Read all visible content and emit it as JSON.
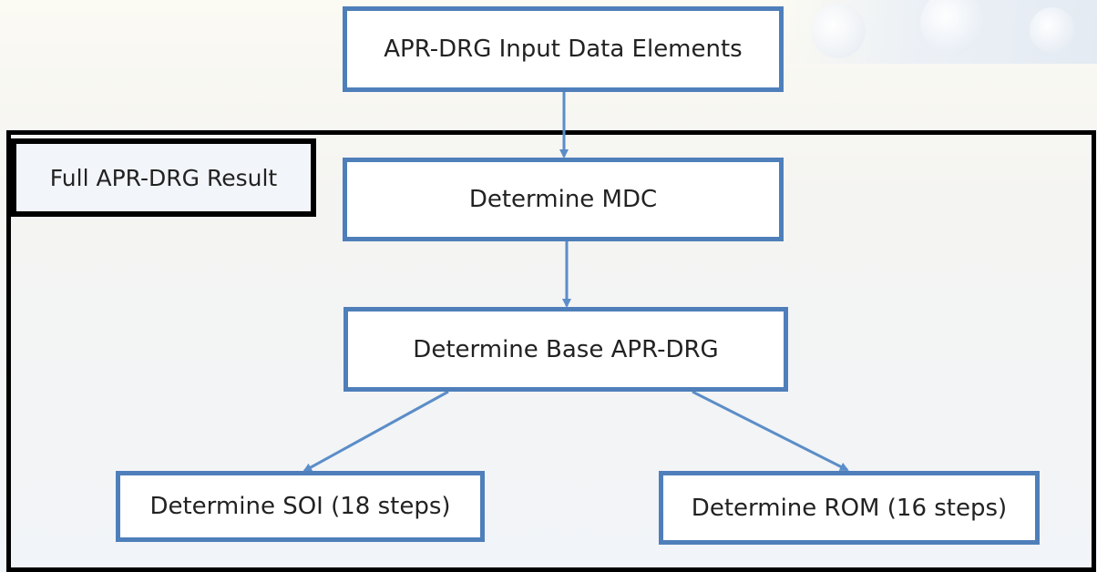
{
  "diagram": {
    "frame_label": "Full APR-DRG Result",
    "nodes": [
      {
        "id": "input",
        "label": "APR-DRG Input Data Elements"
      },
      {
        "id": "mdc",
        "label": "Determine MDC"
      },
      {
        "id": "base",
        "label": "Determine Base APR-DRG"
      },
      {
        "id": "soi",
        "label": "Determine SOI (18 steps)"
      },
      {
        "id": "rom",
        "label": "Determine ROM (16 steps)"
      }
    ],
    "edges": [
      {
        "from": "input",
        "to": "mdc"
      },
      {
        "from": "mdc",
        "to": "base"
      },
      {
        "from": "base",
        "to": "soi"
      },
      {
        "from": "base",
        "to": "rom"
      }
    ],
    "colors": {
      "node_border": "#4f7fba",
      "connector": "#5b8dc8",
      "frame": "#000000"
    }
  }
}
